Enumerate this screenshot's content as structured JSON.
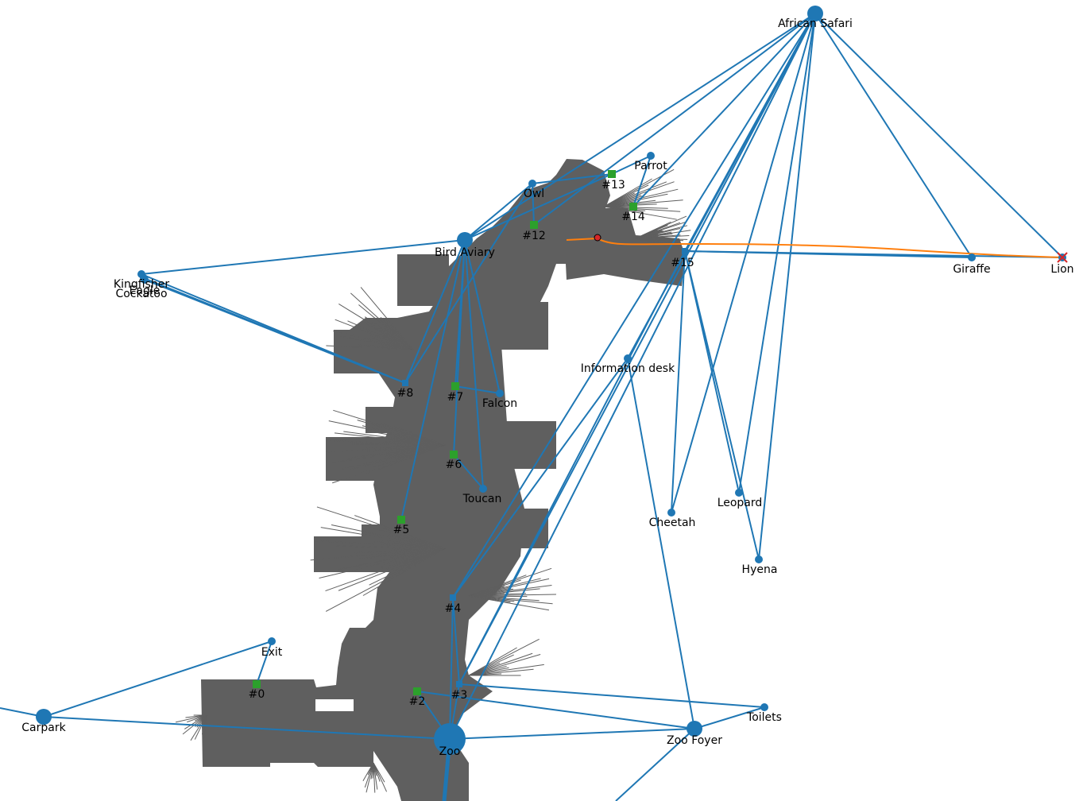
{
  "colors": {
    "occupancy": "#5f5f5f",
    "edge": "#1f77b4",
    "node": "#1f77b4",
    "waypoint": "#2ca02c",
    "path": "#ff7f0e",
    "robot": "#d62728",
    "goal_marker": "#d62728",
    "label": "#000000"
  },
  "nodes": [
    {
      "id": "african_safari",
      "label": "African Safari",
      "kind": "area",
      "interactable": true
    },
    {
      "id": "parrot",
      "label": "Parrot",
      "kind": "exhibit",
      "interactable": true
    },
    {
      "id": "owl",
      "label": "Owl",
      "kind": "exhibit",
      "interactable": true
    },
    {
      "id": "bird_aviary",
      "label": "Bird Aviary",
      "kind": "area",
      "interactable": true
    },
    {
      "id": "kingfisher",
      "label": "Kingfisher",
      "kind": "exhibit",
      "interactable": true
    },
    {
      "id": "cockatoo",
      "label": "Cockatoo",
      "kind": "exhibit",
      "interactable": true
    },
    {
      "id": "eagle",
      "label": "Eagle",
      "kind": "exhibit",
      "interactable": true
    },
    {
      "id": "giraffe",
      "label": "Giraffe",
      "kind": "exhibit",
      "interactable": true
    },
    {
      "id": "lion",
      "label": "Lion",
      "kind": "goal",
      "interactable": true
    },
    {
      "id": "information_desk",
      "label": "Information desk",
      "kind": "exhibit",
      "interactable": true
    },
    {
      "id": "falcon",
      "label": "Falcon",
      "kind": "exhibit",
      "interactable": true
    },
    {
      "id": "toucan",
      "label": "Toucan",
      "kind": "exhibit",
      "interactable": true
    },
    {
      "id": "cheetah",
      "label": "Cheetah",
      "kind": "exhibit",
      "interactable": true
    },
    {
      "id": "leopard",
      "label": "Leopard",
      "kind": "exhibit",
      "interactable": true
    },
    {
      "id": "hyena",
      "label": "Hyena",
      "kind": "exhibit",
      "interactable": true
    },
    {
      "id": "exit",
      "label": "Exit",
      "kind": "exhibit",
      "interactable": true
    },
    {
      "id": "carpark",
      "label": "Carpark",
      "kind": "area",
      "interactable": true
    },
    {
      "id": "zoo",
      "label": "Zoo",
      "kind": "area",
      "interactable": true
    },
    {
      "id": "zoo_foyer",
      "label": "Zoo Foyer",
      "kind": "area",
      "interactable": true
    },
    {
      "id": "toilets",
      "label": "Toilets",
      "kind": "exhibit",
      "interactable": true
    },
    {
      "id": "wp0",
      "label": "#0",
      "kind": "waypoint",
      "interactable": true
    },
    {
      "id": "wp2",
      "label": "#2",
      "kind": "waypoint",
      "interactable": true
    },
    {
      "id": "wp3",
      "label": "#3",
      "kind": "waypoint",
      "interactable": true
    },
    {
      "id": "wp4",
      "label": "#4",
      "kind": "waypoint",
      "interactable": true
    },
    {
      "id": "wp5",
      "label": "#5",
      "kind": "waypoint",
      "interactable": true
    },
    {
      "id": "wp6",
      "label": "#6",
      "kind": "waypoint",
      "interactable": true
    },
    {
      "id": "wp7",
      "label": "#7",
      "kind": "waypoint",
      "interactable": true
    },
    {
      "id": "wp8",
      "label": "#8",
      "kind": "waypoint",
      "interactable": true
    },
    {
      "id": "wp12",
      "label": "#12",
      "kind": "waypoint",
      "interactable": true
    },
    {
      "id": "wp13",
      "label": "#13",
      "kind": "waypoint",
      "interactable": true
    },
    {
      "id": "wp14",
      "label": "#14",
      "kind": "waypoint",
      "interactable": true
    },
    {
      "id": "wp15",
      "label": "#15",
      "kind": "waypoint",
      "interactable": true
    }
  ],
  "edges": [
    [
      "african_safari",
      "bird_aviary"
    ],
    [
      "african_safari",
      "wp12"
    ],
    [
      "african_safari",
      "wp14"
    ],
    [
      "african_safari",
      "wp15"
    ],
    [
      "african_safari",
      "information_desk"
    ],
    [
      "african_safari",
      "wp4"
    ],
    [
      "african_safari",
      "wp3"
    ],
    [
      "african_safari",
      "zoo"
    ],
    [
      "african_safari",
      "cheetah"
    ],
    [
      "african_safari",
      "leopard"
    ],
    [
      "african_safari",
      "hyena"
    ],
    [
      "african_safari",
      "giraffe"
    ],
    [
      "african_safari",
      "lion"
    ],
    [
      "bird_aviary",
      "owl"
    ],
    [
      "bird_aviary",
      "wp13"
    ],
    [
      "bird_aviary",
      "kingfisher"
    ],
    [
      "bird_aviary",
      "wp8"
    ],
    [
      "bird_aviary",
      "wp7"
    ],
    [
      "bird_aviary",
      "falcon"
    ],
    [
      "bird_aviary",
      "wp6"
    ],
    [
      "bird_aviary",
      "toucan"
    ],
    [
      "bird_aviary",
      "wp5"
    ],
    [
      "owl",
      "wp12"
    ],
    [
      "owl",
      "wp8"
    ],
    [
      "owl",
      "wp13"
    ],
    [
      "wp13",
      "parrot"
    ],
    [
      "wp14",
      "parrot"
    ],
    [
      "kingfisher",
      "wp8"
    ],
    [
      "eagle",
      "wp8"
    ],
    [
      "cockatoo",
      "wp8"
    ],
    [
      "wp15",
      "giraffe"
    ],
    [
      "wp15",
      "lion"
    ],
    [
      "wp15",
      "cheetah"
    ],
    [
      "wp15",
      "leopard"
    ],
    [
      "wp15",
      "hyena"
    ],
    [
      "wp15",
      "wp3"
    ],
    [
      "wp7",
      "falcon"
    ],
    [
      "wp6",
      "toucan"
    ],
    [
      "information_desk",
      "wp4"
    ],
    [
      "information_desk",
      "zoo_foyer"
    ],
    [
      "wp4",
      "zoo"
    ],
    [
      "wp4",
      "wp3"
    ],
    [
      "wp3",
      "zoo"
    ],
    [
      "wp2",
      "zoo"
    ],
    [
      "wp2",
      "zoo_foyer"
    ],
    [
      "wp3",
      "toilets"
    ],
    [
      "zoo",
      "zoo_foyer"
    ],
    [
      "zoo_foyer",
      "toilets"
    ],
    [
      "zoo",
      "carpark"
    ],
    [
      "carpark",
      "exit"
    ],
    [
      "exit",
      "wp0"
    ]
  ],
  "robot": {
    "state": "navigating",
    "goal": "Lion"
  }
}
